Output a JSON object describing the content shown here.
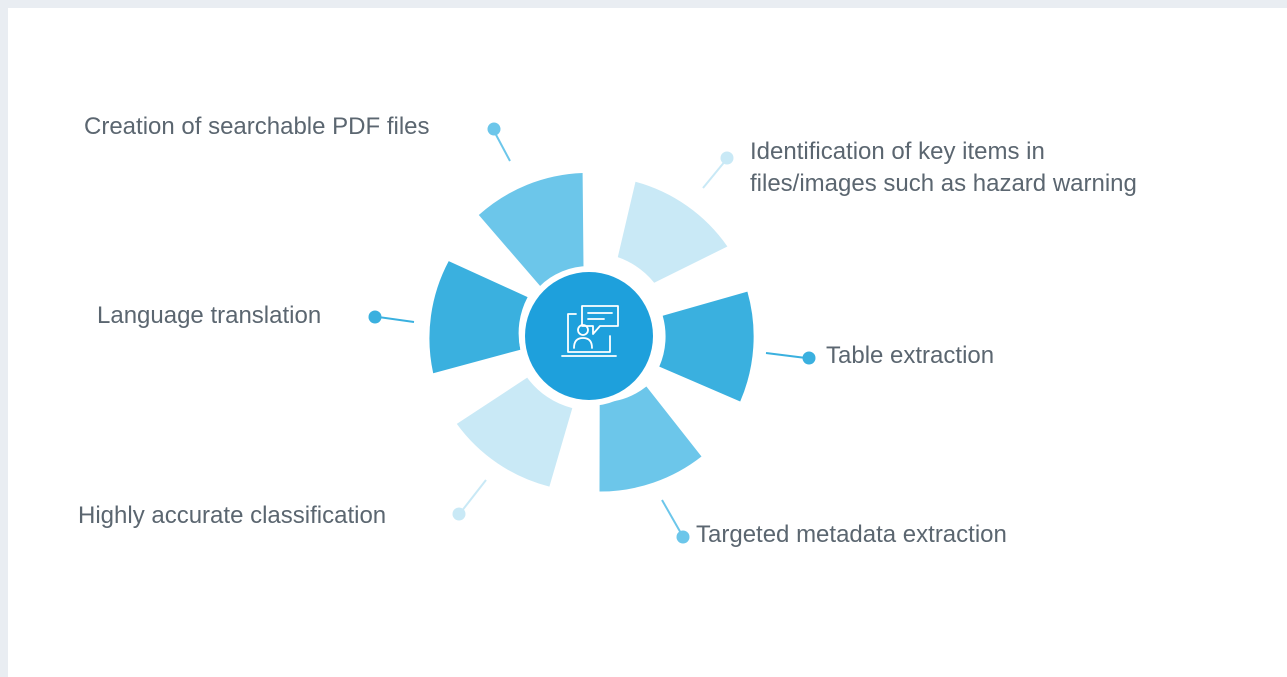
{
  "diagram": {
    "center_icon": "presentation-chat-icon",
    "items": [
      {
        "id": "searchable-pdf",
        "label": "Creation of searchable PDF files",
        "color": "#6cc6ea"
      },
      {
        "id": "key-items",
        "label_line1": "Identification of key items in",
        "label_line2": "files/images such as hazard warning",
        "color": "#c9e9f6"
      },
      {
        "id": "table-extraction",
        "label": "Table extraction",
        "color": "#3ab0df"
      },
      {
        "id": "metadata-extraction",
        "label": "Targeted metadata extraction",
        "color": "#6cc6ea"
      },
      {
        "id": "classification",
        "label": "Highly accurate classification",
        "color": "#c9e9f6"
      },
      {
        "id": "translation",
        "label": "Language translation",
        "color": "#3ab0df"
      }
    ],
    "hub_color": "#1ea0dc"
  }
}
